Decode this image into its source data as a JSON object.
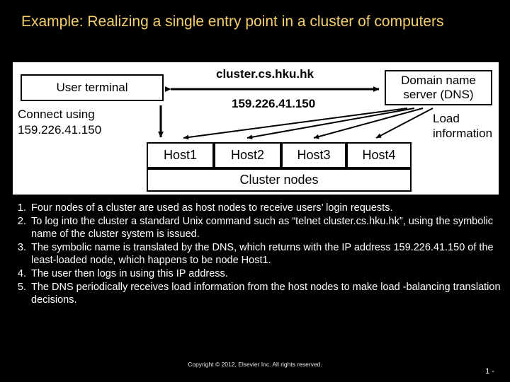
{
  "slide": {
    "title": "Example: Realizing a single entry point in a cluster of computers",
    "title_color": "#F5CF6B"
  },
  "diagram": {
    "boxes": [
      {
        "id": "user-terminal",
        "label": "User terminal"
      },
      {
        "id": "dns",
        "label": "Domain name server (DNS)"
      },
      {
        "id": "host1",
        "label": "Host1"
      },
      {
        "id": "host2",
        "label": "Host2"
      },
      {
        "id": "host3",
        "label": "Host3"
      },
      {
        "id": "host4",
        "label": "Host4"
      },
      {
        "id": "cluster-nodes",
        "label": "Cluster nodes"
      }
    ],
    "labels": {
      "cluster_name": "cluster.cs.hku.hk",
      "ip_address": "159.226.41.150",
      "connect_using": "Connect using\n159.226.41.150",
      "load_information": "Load\ninformation"
    }
  },
  "notes": [
    {
      "num": "1.",
      "text": "Four nodes of a cluster are used as host nodes to receive users’ login requests."
    },
    {
      "num": "2.",
      "text": "To log into the cluster a standard Unix command such as “telnet cluster.cs.hku.hk”, using the symbolic name of the cluster system is issued."
    },
    {
      "num": "3.",
      "text": "The symbolic name is translated by the DNS, which returns with the IP address 159.226.41.150 of the least-loaded node, which happens to be node Host1."
    },
    {
      "num": "4.",
      "text": "The user then logs in using this IP address."
    },
    {
      "num": "5.",
      "text": "The DNS periodically receives load information from the host nodes to make load -balancing translation decisions."
    }
  ],
  "footer": {
    "copyright": "Copyright © 2012, Elsevier Inc. All rights reserved.",
    "page_number": "1 -"
  }
}
